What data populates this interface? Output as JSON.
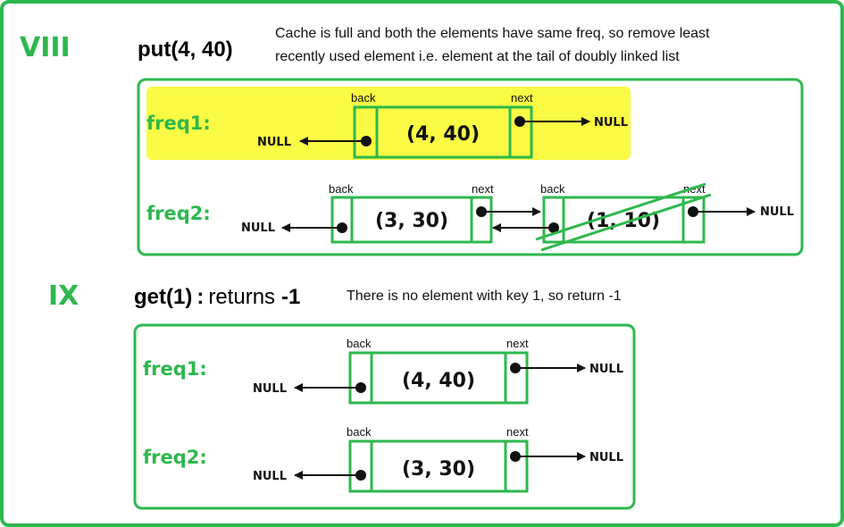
{
  "colors": {
    "accent": "#2db84d",
    "highlight": "#fafa44",
    "text": "#111111"
  },
  "step8": {
    "label": "VIII",
    "operation": "put(4, 40)",
    "note_line1": "Cache is full and both the elements have same freq, so remove least",
    "note_line2": "recently used element i.e. element at the tail of doubly linked list",
    "freq1": {
      "label": "freq1:",
      "null_left": "NULL",
      "null_right": "NULL",
      "node": {
        "key_value": "(4, 40)",
        "back_label": "back",
        "next_label": "next"
      }
    },
    "freq2": {
      "label": "freq2:",
      "null_left": "NULL",
      "null_right": "NULL",
      "node_a": {
        "key_value": "(3, 30)",
        "back_label": "back",
        "next_label": "next"
      },
      "node_b": {
        "key_value": "(1, 10)",
        "back_label": "back",
        "next_label": "next",
        "removed": true
      }
    }
  },
  "step9": {
    "label": "IX",
    "operation": "get(1)",
    "colon": ":",
    "returns_word": "returns",
    "return_value": "-1",
    "note": "There is no element with key 1, so return -1",
    "freq1": {
      "label": "freq1:",
      "null_left": "NULL",
      "null_right": "NULL",
      "node": {
        "key_value": "(4, 40)",
        "back_label": "back",
        "next_label": "next"
      }
    },
    "freq2": {
      "label": "freq2:",
      "null_left": "NULL",
      "null_right": "NULL",
      "node": {
        "key_value": "(3, 30)",
        "back_label": "back",
        "next_label": "next"
      }
    }
  }
}
